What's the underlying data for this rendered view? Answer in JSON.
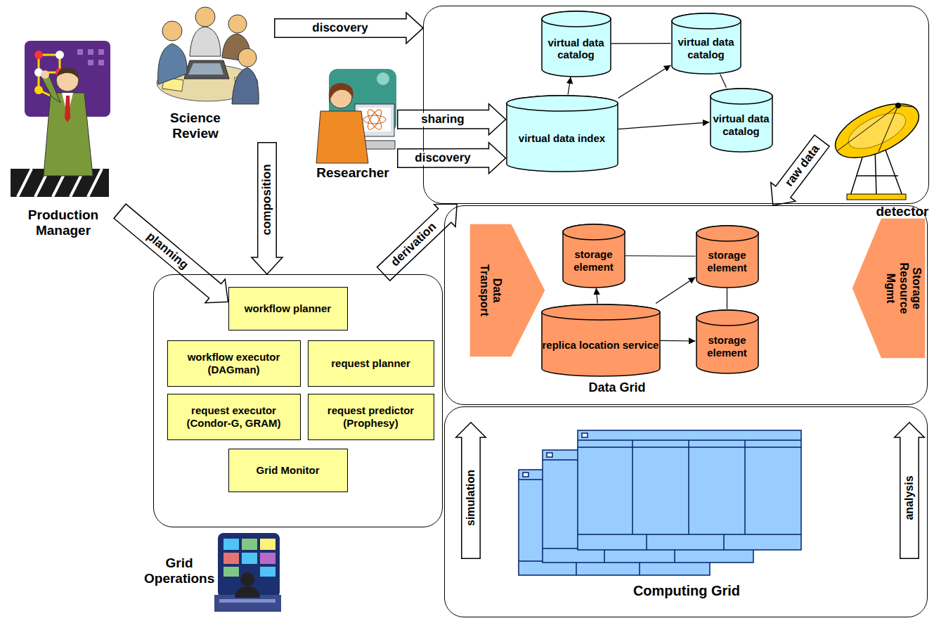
{
  "diagram": {
    "nodes": [
      {
        "text": [
          "Science Review"
        ]
      },
      {
        "text": [
          "Researcher"
        ]
      },
      {
        "text": [
          "Production Manager"
        ]
      },
      {
        "text": []
      },
      {
        "text": [
          "virtual data catalog"
        ],
        "in": 3
      },
      {
        "text": [
          "virtual data catalog"
        ],
        "in": 3
      },
      {
        "text": [
          "virtual data index"
        ],
        "in": 3
      },
      {
        "text": [
          "virtual data catalog"
        ],
        "in": 3
      },
      {
        "text": [
          "detector"
        ]
      },
      {
        "text": [
          "Data Grid"
        ]
      },
      {
        "text": [
          "Data Transport"
        ],
        "in": 9
      },
      {
        "text": [
          "storage element"
        ],
        "in": 9
      },
      {
        "text": [
          "storage element"
        ],
        "in": 9
      },
      {
        "text": [
          "replica location service"
        ],
        "in": 9
      },
      {
        "text": [
          "storage element"
        ],
        "in": 9
      },
      {
        "text": [
          "Storage Resource Mgmt"
        ],
        "in": 9
      },
      {
        "text": []
      },
      {
        "text": [
          "workflow planner"
        ],
        "in": 16
      },
      {
        "text": [
          "workflow executor (DAGman)"
        ],
        "in": 16
      },
      {
        "text": [
          "request planner"
        ],
        "in": 16
      },
      {
        "text": [
          "request executor (Condor-G, GRAM)"
        ],
        "in": 16
      },
      {
        "text": [
          "request predictor (Prophesy)"
        ],
        "in": 16
      },
      {
        "text": [
          "Grid Monitor"
        ],
        "in": 16
      },
      {
        "text": [
          "Computing Grid"
        ]
      },
      {
        "text": [
          "simulation"
        ],
        "in": 23
      },
      {
        "text": [
          "analysis"
        ],
        "in": 23
      },
      {
        "text": [
          "Grid Operations"
        ]
      }
    ],
    "edges": [
      {
        "from": 0,
        "to": 3,
        "arrow": "to",
        "label": "discovery"
      },
      {
        "from": 1,
        "to": 6,
        "arrow": "to",
        "label": "sharing"
      },
      {
        "from": 1,
        "to": 6,
        "arrow": "to",
        "label": "discovery"
      },
      {
        "from": 0,
        "to": 16,
        "arrow": "to",
        "label": "composition"
      },
      {
        "from": 2,
        "to": 17,
        "arrow": "to",
        "label": "planning"
      },
      {
        "from": 16,
        "to": 3,
        "arrow": "to",
        "label": "derivation"
      },
      {
        "from": 8,
        "to": 9,
        "arrow": "to",
        "label": "raw data"
      },
      {
        "from": 6,
        "to": 4,
        "arrow": "to"
      },
      {
        "from": 6,
        "to": 5,
        "arrow": "to"
      },
      {
        "from": 6,
        "to": 7,
        "arrow": "to"
      },
      {
        "from": 4,
        "to": 5,
        "arrow": "none"
      },
      {
        "from": 5,
        "to": 7,
        "arrow": "none"
      },
      {
        "from": 13,
        "to": 11,
        "arrow": "to"
      },
      {
        "from": 13,
        "to": 12,
        "arrow": "to"
      },
      {
        "from": 13,
        "to": 14,
        "arrow": "to"
      },
      {
        "from": 11,
        "to": 12,
        "arrow": "none"
      },
      {
        "from": 12,
        "to": 14,
        "arrow": "none"
      }
    ]
  }
}
